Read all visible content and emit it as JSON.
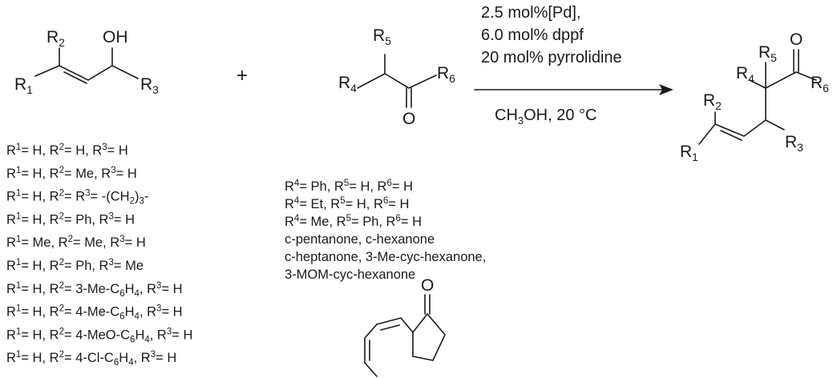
{
  "reactant_allyl_alcohol": {
    "oh": "OH",
    "r1": "R",
    "r1_sub": "1",
    "r2": "R",
    "r2_sub": "2",
    "r3": "R",
    "r3_sub": "3"
  },
  "plus_sign": "+",
  "reactant_ketone": {
    "r4": "R",
    "r4_sub": "4",
    "r5": "R",
    "r5_sub": "5",
    "r6": "R",
    "r6_sub": "6",
    "o": "O"
  },
  "conditions": {
    "line1": "2.5 mol%[Pd],",
    "line2": "6.0 mol% dppf",
    "line3": "20 mol% pyrrolidine",
    "solvent_prefix": "CH",
    "solvent_sub": "3",
    "solvent_suffix": "OH, 20 °C"
  },
  "product": {
    "o": "O",
    "r1": "R",
    "r1_sub": "1",
    "r2": "R",
    "r2_sub": "2",
    "r3": "R",
    "r3_sub": "3",
    "r4": "R",
    "r4_sub": "4",
    "r5": "R",
    "r5_sub": "5",
    "r6": "R",
    "r6_sub": "6"
  },
  "alcohol_substituents": [
    [
      {
        "t": "R"
      },
      {
        "t": "1",
        "s": "sup"
      },
      {
        "t": "= H, R"
      },
      {
        "t": "2",
        "s": "sup"
      },
      {
        "t": "= H, R"
      },
      {
        "t": "3",
        "s": "sup"
      },
      {
        "t": "= H"
      }
    ],
    [
      {
        "t": "R"
      },
      {
        "t": "1",
        "s": "sup"
      },
      {
        "t": "= H, R"
      },
      {
        "t": "2",
        "s": "sup"
      },
      {
        "t": "= Me, R"
      },
      {
        "t": "3",
        "s": "sup"
      },
      {
        "t": "= H"
      }
    ],
    [
      {
        "t": "R"
      },
      {
        "t": "1",
        "s": "sup"
      },
      {
        "t": "= H, R"
      },
      {
        "t": "2",
        "s": "sup"
      },
      {
        "t": "= R"
      },
      {
        "t": "3",
        "s": "sup"
      },
      {
        "t": "= -(CH"
      },
      {
        "t": "2",
        "s": "sub"
      },
      {
        "t": ")"
      },
      {
        "t": "3",
        "s": "sub"
      },
      {
        "t": "-"
      }
    ],
    [
      {
        "t": "R"
      },
      {
        "t": "1",
        "s": "sup"
      },
      {
        "t": "= H, R"
      },
      {
        "t": "2",
        "s": "sup"
      },
      {
        "t": "= Ph, R"
      },
      {
        "t": "3",
        "s": "sup"
      },
      {
        "t": "= H"
      }
    ],
    [
      {
        "t": "R"
      },
      {
        "t": "1",
        "s": "sup"
      },
      {
        "t": "= Me, R"
      },
      {
        "t": "2",
        "s": "sup"
      },
      {
        "t": "= Me, R"
      },
      {
        "t": "3",
        "s": "sup"
      },
      {
        "t": "= H"
      }
    ],
    [
      {
        "t": "R"
      },
      {
        "t": "1",
        "s": "sup"
      },
      {
        "t": "= H, R"
      },
      {
        "t": "2",
        "s": "sup"
      },
      {
        "t": "= Ph, R"
      },
      {
        "t": "3",
        "s": "sup"
      },
      {
        "t": "= Me"
      }
    ],
    [
      {
        "t": "R"
      },
      {
        "t": "1",
        "s": "sup"
      },
      {
        "t": "= H, R"
      },
      {
        "t": "2",
        "s": "sup"
      },
      {
        "t": "= 3-Me-C"
      },
      {
        "t": "6",
        "s": "sub"
      },
      {
        "t": "H"
      },
      {
        "t": "4",
        "s": "sub"
      },
      {
        "t": ", R"
      },
      {
        "t": "3",
        "s": "sup"
      },
      {
        "t": "= H"
      }
    ],
    [
      {
        "t": "R"
      },
      {
        "t": "1",
        "s": "sup"
      },
      {
        "t": "= H, R"
      },
      {
        "t": "2",
        "s": "sup"
      },
      {
        "t": "= 4-Me-C"
      },
      {
        "t": "6",
        "s": "sub"
      },
      {
        "t": "H"
      },
      {
        "t": "4",
        "s": "sub"
      },
      {
        "t": ", R"
      },
      {
        "t": "3",
        "s": "sup"
      },
      {
        "t": "= H"
      }
    ],
    [
      {
        "t": "R"
      },
      {
        "t": "1",
        "s": "sup"
      },
      {
        "t": "= H, R"
      },
      {
        "t": "2",
        "s": "sup"
      },
      {
        "t": "= 4-MeO-C"
      },
      {
        "t": "6",
        "s": "sub"
      },
      {
        "t": "H"
      },
      {
        "t": "4",
        "s": "sub"
      },
      {
        "t": ", R"
      },
      {
        "t": "3",
        "s": "sup"
      },
      {
        "t": "= H"
      }
    ],
    [
      {
        "t": "R"
      },
      {
        "t": "1",
        "s": "sup"
      },
      {
        "t": "= H, R"
      },
      {
        "t": "2",
        "s": "sup"
      },
      {
        "t": "= 4-Cl-C"
      },
      {
        "t": "6",
        "s": "sub"
      },
      {
        "t": "H"
      },
      {
        "t": "4",
        "s": "sub"
      },
      {
        "t": ", R"
      },
      {
        "t": "3",
        "s": "sup"
      },
      {
        "t": "= H"
      }
    ]
  ],
  "ketone_substituents": [
    [
      {
        "t": "R"
      },
      {
        "t": "4",
        "s": "sup"
      },
      {
        "t": "= Ph, R"
      },
      {
        "t": "5",
        "s": "sup"
      },
      {
        "t": "= H, R"
      },
      {
        "t": "6",
        "s": "sup"
      },
      {
        "t": "= H"
      }
    ],
    [
      {
        "t": "R"
      },
      {
        "t": "4",
        "s": "sup"
      },
      {
        "t": "= Et, R"
      },
      {
        "t": "5",
        "s": "sup"
      },
      {
        "t": "= H, R"
      },
      {
        "t": "6",
        "s": "sup"
      },
      {
        "t": "= H"
      }
    ],
    [
      {
        "t": "R"
      },
      {
        "t": "4",
        "s": "sup"
      },
      {
        "t": "= Me, R"
      },
      {
        "t": "5",
        "s": "sup"
      },
      {
        "t": "= Ph, R"
      },
      {
        "t": "6",
        "s": "sup"
      },
      {
        "t": "= H"
      }
    ],
    [
      {
        "t": "c-pentanone, c-hexanone"
      }
    ],
    [
      {
        "t": "c-heptanone, 3-Me-cyc-hexanone,"
      }
    ],
    [
      {
        "t": "3-MOM-cyc-hexanone"
      }
    ]
  ],
  "indanone": {
    "o": "O"
  }
}
